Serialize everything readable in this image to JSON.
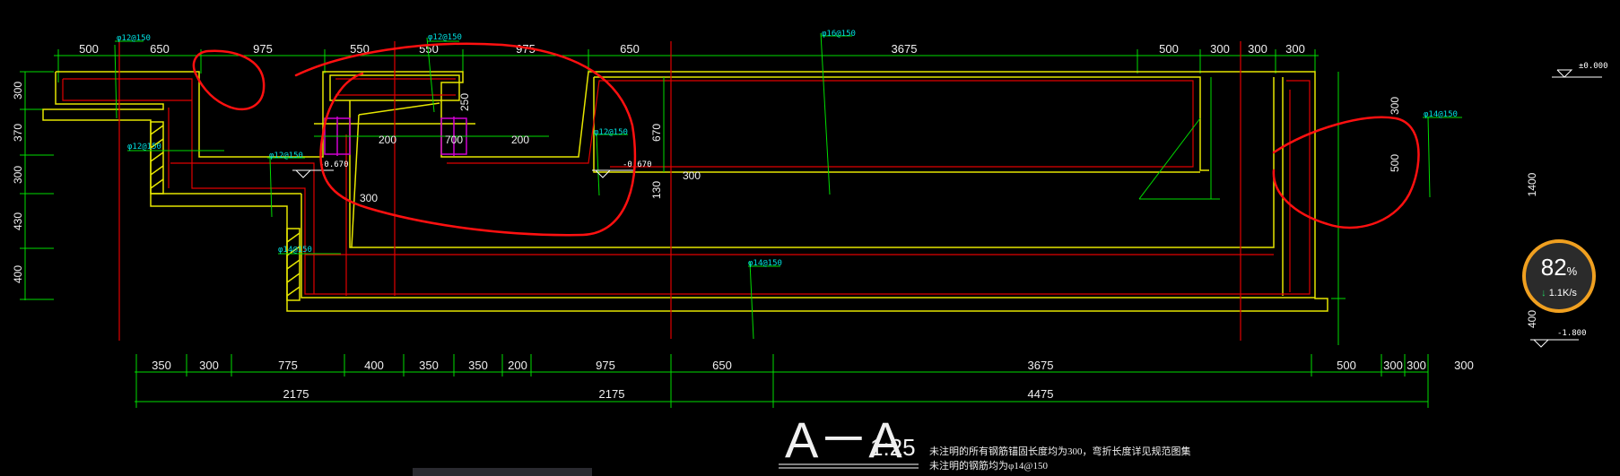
{
  "drawing": {
    "title": "A－A",
    "scale": "1:25",
    "notes": [
      "未注明的所有钢筋锚固长度均为300，弯折长度详见规范图集",
      "未注明的钢筋均为φ14@150"
    ]
  },
  "dims_top": [
    "500",
    "650",
    "975",
    "550",
    "550",
    "975",
    "650",
    "3675",
    "500",
    "300",
    "300",
    "300"
  ],
  "dims_bottom": [
    "350",
    "300",
    "775",
    "400",
    "350",
    "350",
    "200",
    "975",
    "650",
    "3675",
    "500",
    "300",
    "300",
    "300"
  ],
  "dims_total": [
    "2175",
    "2175",
    "4475"
  ],
  "dims_left": [
    "300",
    "370",
    "300",
    "430",
    "400"
  ],
  "dims_right": [
    "300",
    "500",
    "1400",
    "400"
  ],
  "dims_inner": [
    "200",
    "700",
    "200",
    "250",
    "670",
    "300",
    "130",
    "300"
  ],
  "rebar_labels": [
    "φ12@150",
    "φ12@150",
    "φ16@150",
    "φ12@150",
    "φ12@150",
    "φ14@150",
    "φ14@150",
    "φ14@150",
    "φ12@150"
  ],
  "levels": [
    "±0.000",
    "-0.670",
    "-0.670",
    "-1.800"
  ],
  "speed_widget": {
    "percent": "82",
    "unit": "%",
    "rate": "1.1K/s",
    "arrow": "↓"
  },
  "colors": {
    "background": "#000000",
    "concrete": "#e6e600",
    "rebar": "#e00000",
    "dimension": "#00dd00",
    "markup": "#ff1010",
    "widget_ring": "#f0a020"
  }
}
